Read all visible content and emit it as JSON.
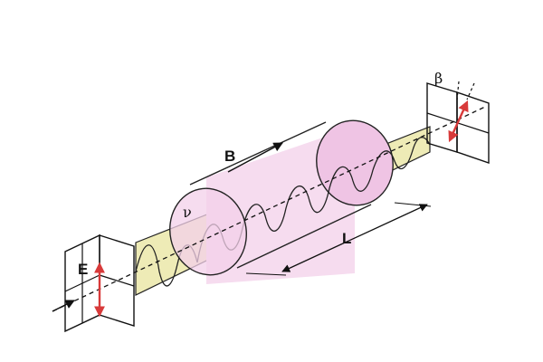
{
  "labels": {
    "input_field": "E",
    "magnetic_field": "B",
    "material": "ν",
    "length": "L",
    "rotation_angle": "β"
  },
  "colors": {
    "cylinder_fill": "#f6dcef",
    "cylinder_end_face": "#efc4e4",
    "beam_band": "#eeebb6",
    "field_arrow": "#d83a3a",
    "line": "#111111"
  }
}
